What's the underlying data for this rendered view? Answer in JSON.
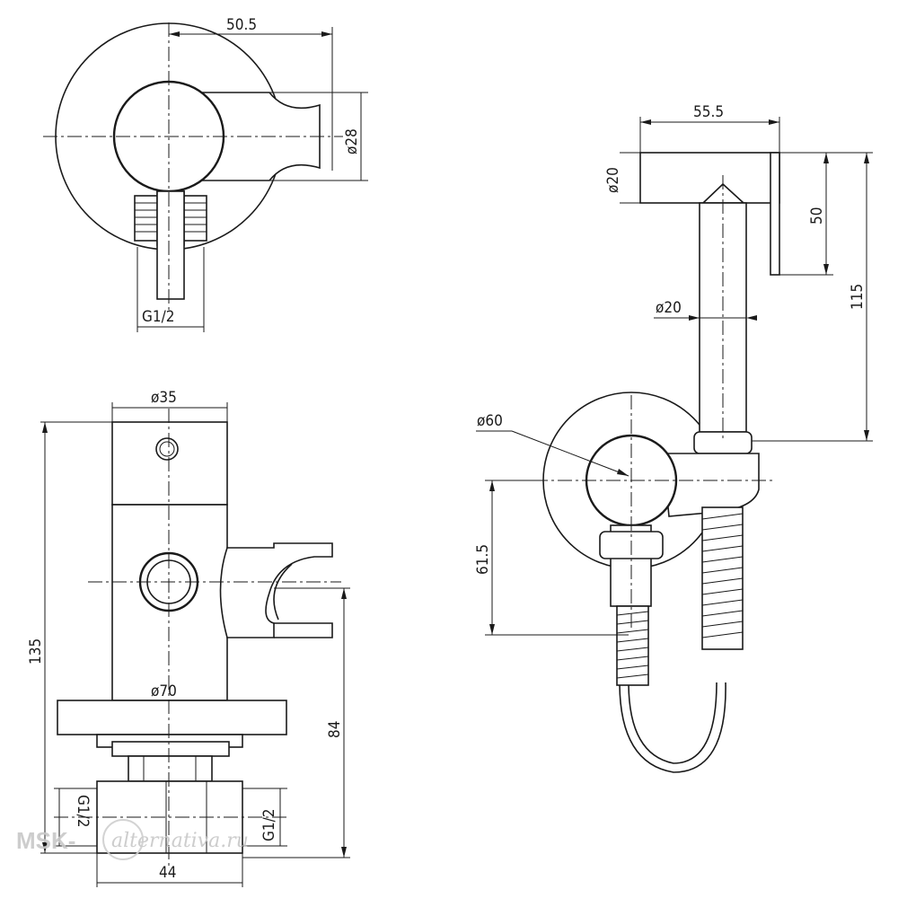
{
  "drawing": {
    "dimensions": {
      "top_width": "50.5",
      "top_dia": "ø28",
      "top_thread": "G1/2",
      "body_dia": "ø35",
      "total_height": "135",
      "flange_dia": "ø70",
      "outlet_height": "84",
      "bottom_width": "44",
      "left_thread": "G1/2",
      "right_thread": "G1/2",
      "head_length": "55.5",
      "head_dia": "ø20",
      "head_height": "50",
      "handle_height": "115",
      "handle_dia": "ø20",
      "plate_dia": "ø60",
      "hose_offset": "61.5"
    },
    "watermark": {
      "brand": "MSK-",
      "script": "alternativa.ru"
    }
  }
}
